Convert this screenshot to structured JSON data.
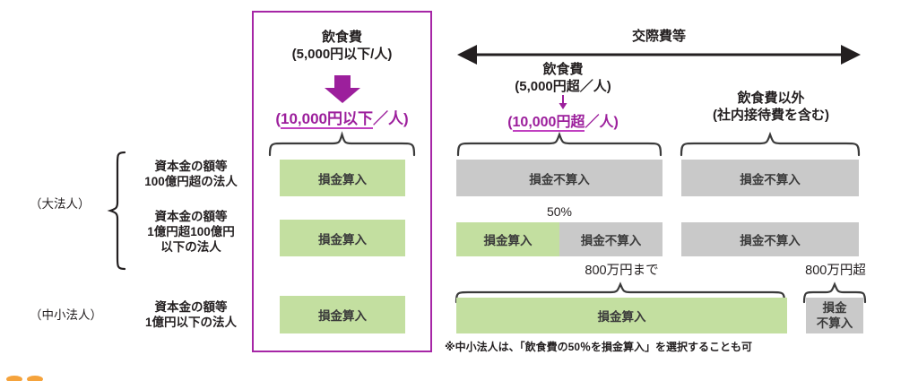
{
  "diagram": {
    "title_left": {
      "heading": "飲食費",
      "sub": "(5,000円以下/人)",
      "arrow_icon": "down-arrow-purple",
      "new_value": "(10,000円以下／人)",
      "new_value_highlight": "10,000円以下",
      "new_value_prefix": "(",
      "new_value_suffix": "／人)"
    },
    "right_header": {
      "span_label": "交際費等",
      "arrow_icon": "double-headed-arrow"
    },
    "col_meal_over": {
      "heading": "飲食費",
      "sub": "(5,000円超／人)",
      "arrow_icon": "down-arrow-small-purple",
      "new_value_prefix": "(",
      "new_value_highlight": "10,000円超",
      "new_value_suffix": "／人)"
    },
    "col_other": {
      "line1": "飲食費以外",
      "line2": "(社内接待費を含む)"
    },
    "left_axis": {
      "group_large": "（大法人）",
      "group_small": "（中小法人）",
      "rows": [
        {
          "line1": "資本金の額等",
          "line2": "100億円超の法人"
        },
        {
          "line1": "資本金の額等",
          "line2": "1億円超100億円",
          "line3": "以下の法人"
        },
        {
          "line1": "資本金の額等",
          "line2": "1億円以下の法人"
        }
      ]
    },
    "center_column": {
      "cells": [
        "損金算入",
        "損金算入",
        "損金算入"
      ]
    },
    "right_grid": {
      "row1": {
        "meal_over": "損金不算入",
        "other": "損金不算入"
      },
      "row2": {
        "pct_label": "50%",
        "meal_over_deductible": "損金算入",
        "meal_over_nondeductible": "損金不算入",
        "other": "損金不算入"
      },
      "row3": {
        "cap_label": "800万円まで",
        "over_label": "800万円超",
        "deductible": "損金算入",
        "nondeductible_line1": "損金",
        "nondeductible_line2": "不算入"
      }
    },
    "footnote": "※中小法人は、「飲食費の50％を損金算入」を選択することも可",
    "colors": {
      "green": "#c3dfa0",
      "gray": "#c9c9c9",
      "purple": "#9c1f9c",
      "purple_frame": "#a626a6",
      "ink": "#231f20",
      "orange_mark": "#f5a33c"
    }
  }
}
